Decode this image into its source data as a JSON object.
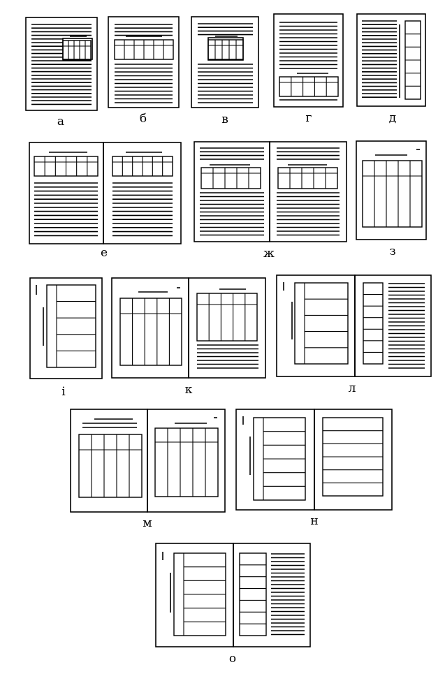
{
  "labels": {
    "a": "а",
    "b": "б",
    "v": "в",
    "g": "г",
    "d": "д",
    "e": "е",
    "zh": "ж",
    "z": "з",
    "i": "і",
    "k": "к",
    "l": "л",
    "m": "м",
    "n": "н",
    "o": "о"
  }
}
